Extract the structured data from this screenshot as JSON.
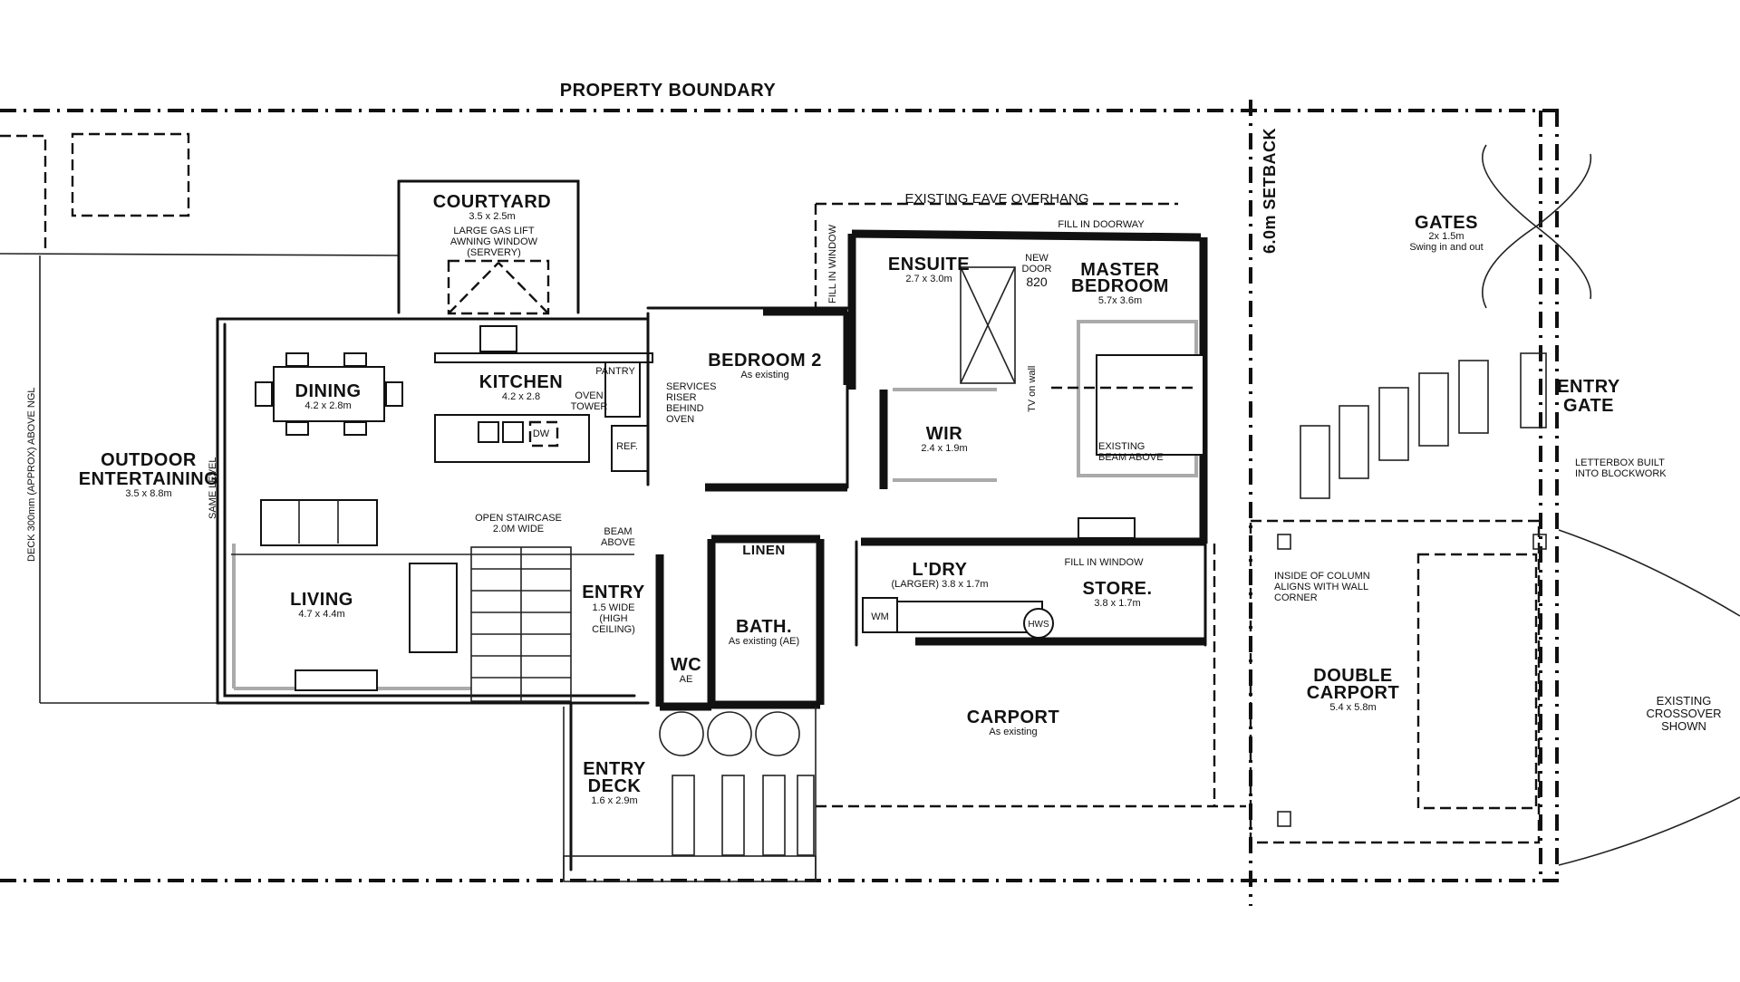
{
  "boundary": {
    "label": "PROPERTY BOUNDARY"
  },
  "notes": {
    "eave": "EXISTING EAVE OVERHANG",
    "setback": "6.0m SETBACK",
    "fill_doorway": "FILL IN DOORWAY",
    "fill_window_top": "FILL IN WINDOW",
    "fill_window_store": "FILL IN WINDOW",
    "deck_note": "DECK 300mm (APPROX) ABOVE NGL",
    "same_level": "SAME LEVEL",
    "gas_lift_1": "LARGE GAS LIFT",
    "gas_lift_2": "AWNING WINDOW",
    "gas_lift_3": "(SERVERY)",
    "pantry": "PANTRY",
    "oven_tower_1": "OVEN",
    "oven_tower_2": "TOWER",
    "dw": "DW",
    "ref": "REF.",
    "services_1": "SERVICES",
    "services_2": "RISER",
    "services_3": "BEHIND",
    "services_4": "OVEN",
    "staircase_1": "OPEN STAIRCASE",
    "staircase_2": "2.0M WIDE",
    "beam_1": "BEAM",
    "beam_2": "ABOVE",
    "new_door_1": "NEW",
    "new_door_2": "DOOR",
    "new_door_3": "820",
    "tv_wall": "TV on wall",
    "existing_beam_1": "EXISTING",
    "existing_beam_2": "BEAM ABOVE",
    "wm": "WM",
    "hws": "HWS",
    "letterbox_1": "LETTERBOX BUILT",
    "letterbox_2": "INTO BLOCKWORK",
    "column_1": "INSIDE OF COLUMN",
    "column_2": "ALIGNS WITH WALL",
    "column_3": "CORNER",
    "crossover_1": "EXISTING",
    "crossover_2": "CROSSOVER",
    "crossover_3": "SHOWN"
  },
  "rooms": {
    "courtyard": {
      "name": "COURTYARD",
      "dims": "3.5 x 2.5m"
    },
    "dining": {
      "name": "DINING",
      "dims": "4.2 x 2.8m"
    },
    "kitchen": {
      "name": "KITCHEN",
      "dims": "4.2 x 2.8"
    },
    "outdoor_1": {
      "name": "OUTDOOR"
    },
    "outdoor_2": {
      "name": "ENTERTAINING",
      "dims": "3.5 x 8.8m"
    },
    "living": {
      "name": "LIVING",
      "dims": "4.7 x 4.4m"
    },
    "entry": {
      "name": "ENTRY",
      "dims_1": "1.5 WIDE",
      "dims_2": "(HIGH",
      "dims_3": "CEILING)"
    },
    "bedroom2": {
      "name": "BEDROOM 2",
      "dims": "As existing"
    },
    "ensuite": {
      "name": "ENSUITE",
      "dims": "2.7 x 3.0m"
    },
    "master_1": {
      "name": "MASTER"
    },
    "master_2": {
      "name": "BEDROOM",
      "dims": "5.7x 3.6m"
    },
    "wir": {
      "name": "WIR",
      "dims": "2.4 x 1.9m"
    },
    "linen": {
      "name": "LINEN"
    },
    "bath": {
      "name": "BATH.",
      "dims": "As existing (AE)"
    },
    "wc": {
      "name": "WC",
      "dims": "AE"
    },
    "laundry": {
      "name": "L'DRY",
      "dims": "(LARGER) 3.8 x 1.7m"
    },
    "store": {
      "name": "STORE.",
      "dims": "3.8 x 1.7m"
    },
    "carport": {
      "name": "CARPORT",
      "dims": "As existing"
    },
    "entry_deck_1": {
      "name": "ENTRY"
    },
    "entry_deck_2": {
      "name": "DECK",
      "dims": "1.6 x 2.9m"
    },
    "gates": {
      "name": "GATES",
      "dims": "2x 1.5m",
      "note": "Swing in and out"
    },
    "entry_gate_1": {
      "name": "ENTRY"
    },
    "entry_gate_2": {
      "name": "GATE"
    },
    "double_carport_1": {
      "name": "DOUBLE"
    },
    "double_carport_2": {
      "name": "CARPORT",
      "dims": "5.4 x 5.8m"
    }
  }
}
